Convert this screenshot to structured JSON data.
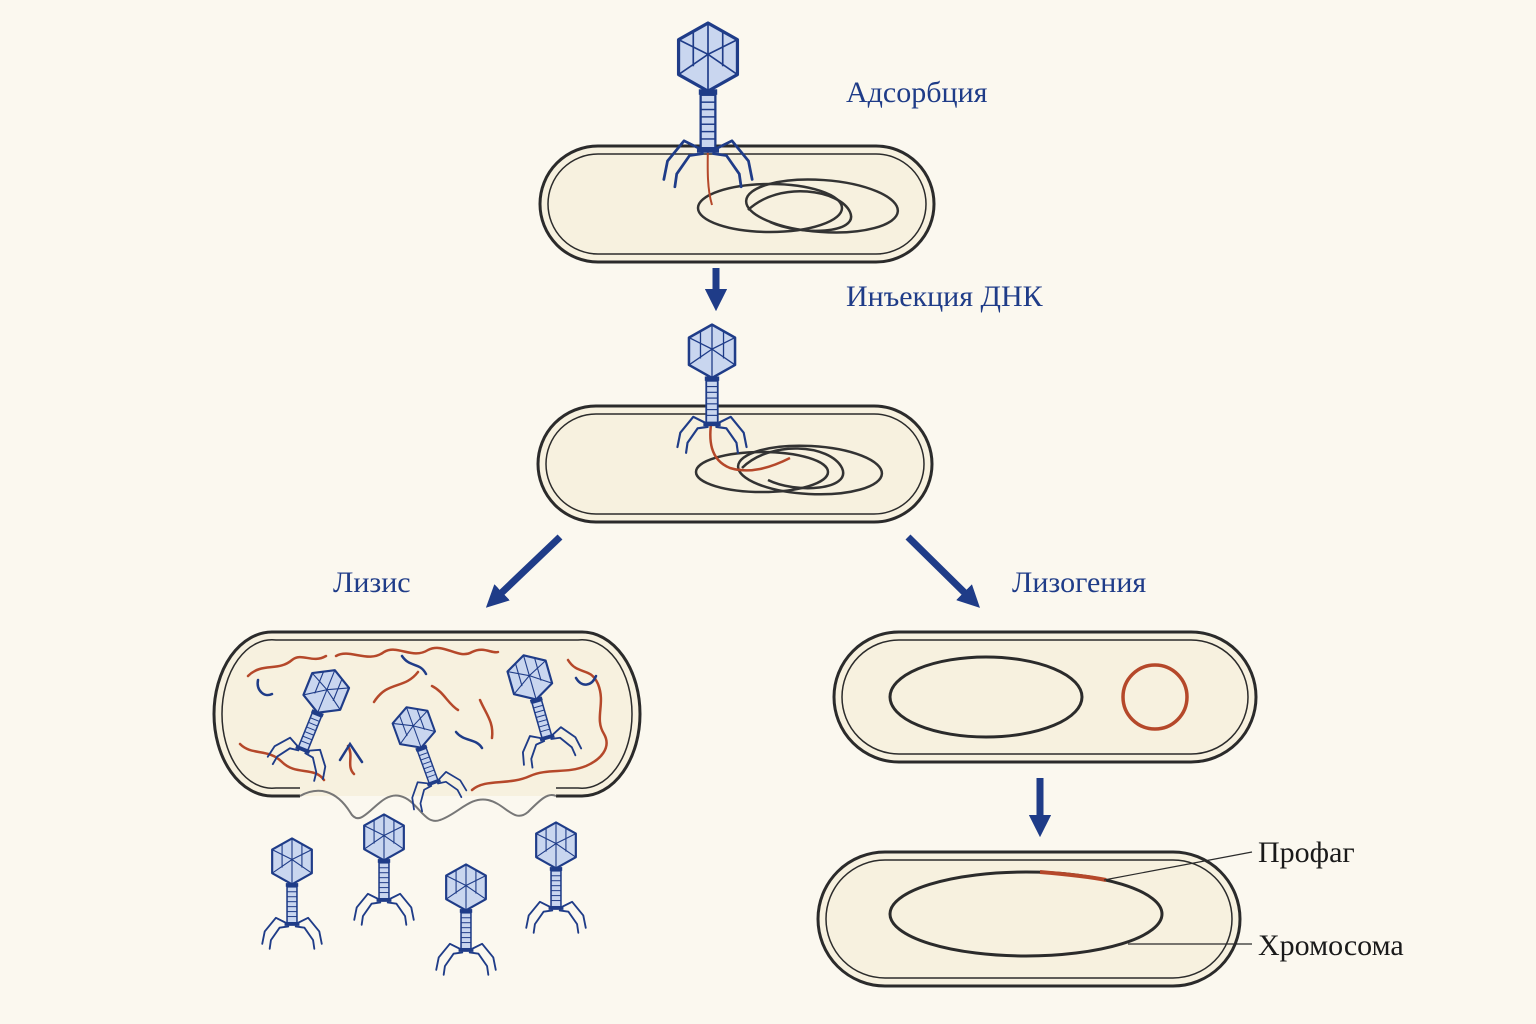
{
  "labels": {
    "adsorption": "Адсорбция",
    "injection": "Инъекция ДНК",
    "lysis": "Лизис",
    "lysogeny": "Лизогения",
    "prophage": "Профаг",
    "chromosome": "Хромосома"
  },
  "colors": {
    "background": "#fbf8ef",
    "phage_blue": "#1f3c88",
    "phage_fill": "#c9d6ef",
    "phage_dna": "#b5482a",
    "cell_wall": "#2b2b2b",
    "cell_fill": "#f7f1df"
  },
  "icons": {
    "phage": "bacteriophage-icon",
    "arrow": "arrow-icon"
  }
}
